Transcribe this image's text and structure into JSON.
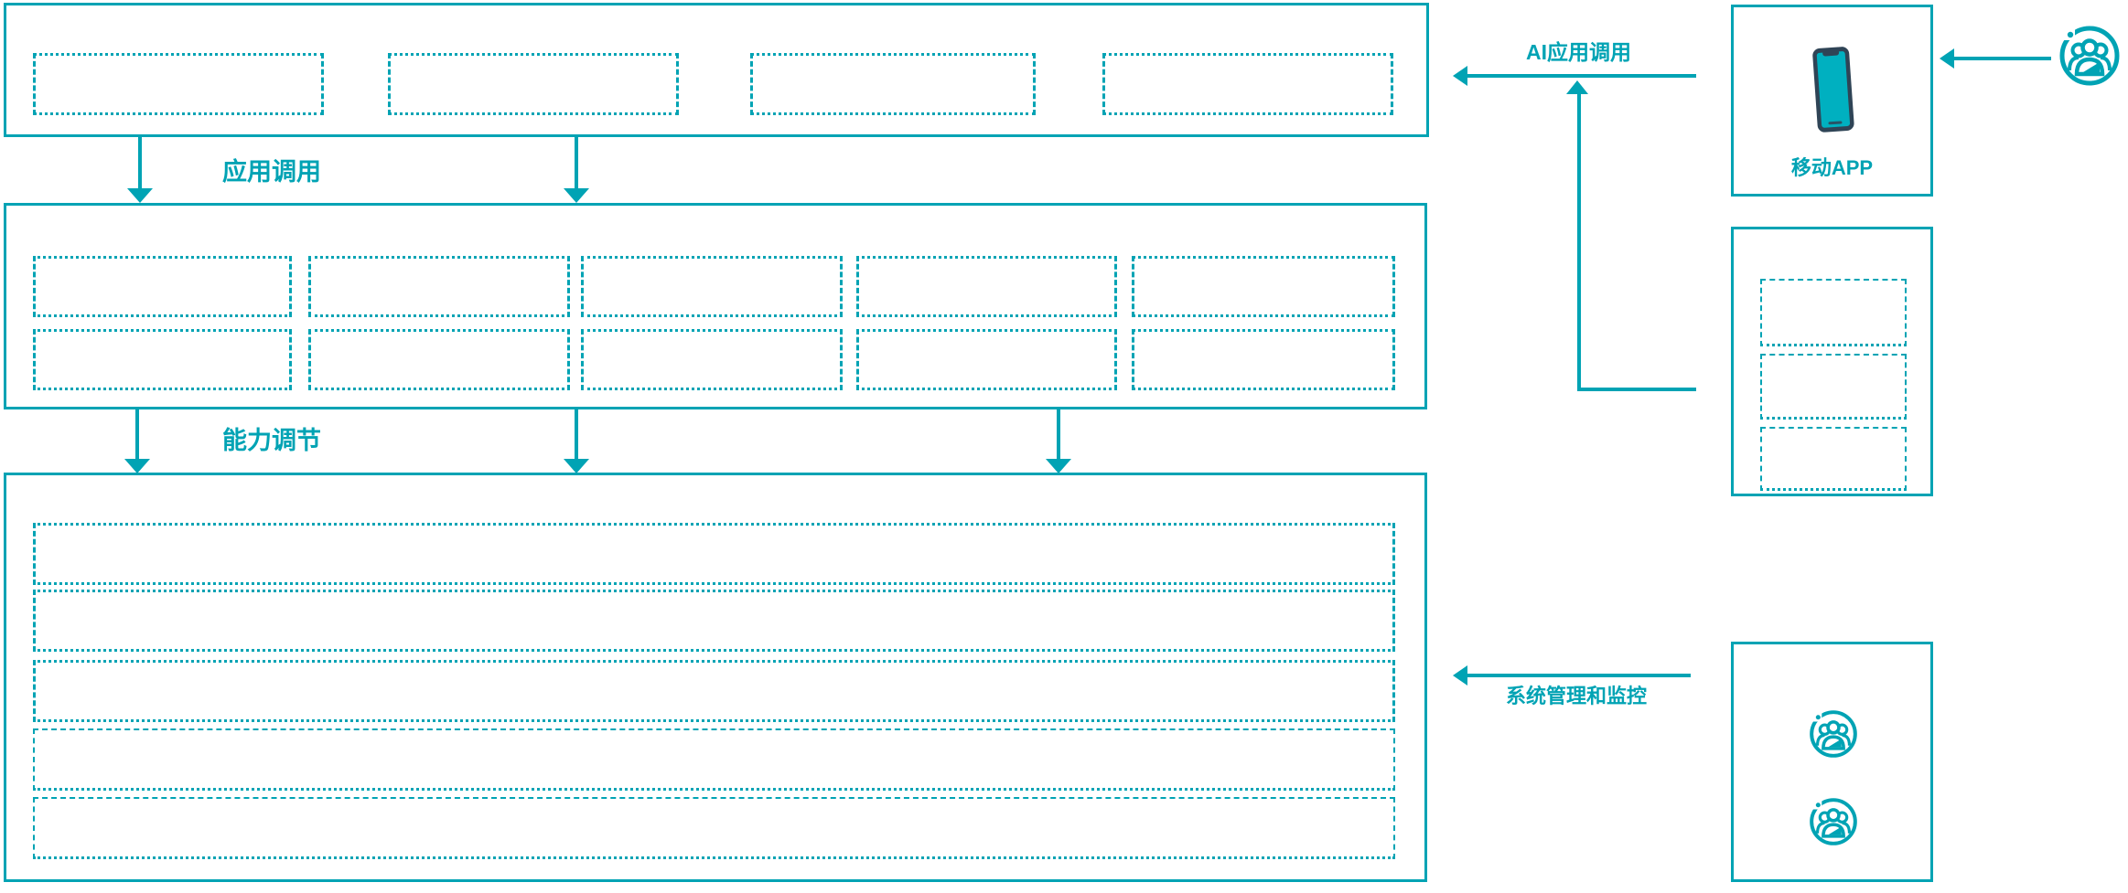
{
  "labels": {
    "app_call": "应用调用",
    "capability_adjust": "能力调节",
    "ai_app_call": "AI应用调用",
    "system_monitor": "系统管理和监控",
    "mobile_app": "移动APP"
  },
  "colors": {
    "accent": "#00A3B4",
    "phone_body": "#2F4456",
    "phone_screen": "#00B0C0",
    "background": "#FFFFFF"
  },
  "icons": {
    "top_right": "user-group-icon",
    "mobile_panel": "mobile-phone-icon",
    "operations_panel": [
      "user-group-icon",
      "user-group-icon"
    ]
  },
  "structure": {
    "top_box_slot_count": 4,
    "middle_box_rows": 2,
    "middle_box_columns": 5,
    "bottom_box_row_count": 5,
    "right_panel_slot_count": 3
  }
}
